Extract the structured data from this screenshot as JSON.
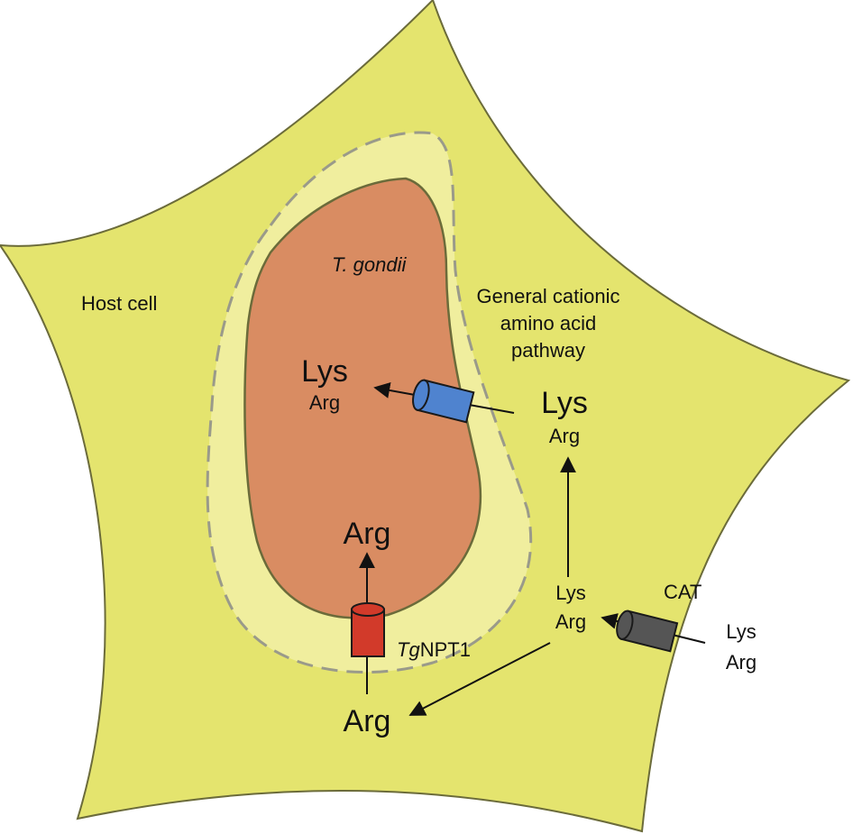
{
  "labels": {
    "host_cell": "Host cell",
    "parasite": "T. gondii",
    "pathway_line1": "General cationic",
    "pathway_line2": "amino acid",
    "pathway_line3": "pathway",
    "cat": "CAT",
    "transporter_prefix": "Tg",
    "transporter_suffix": "NPT1",
    "inside_lys": "Lys",
    "inside_arg_small": "Arg",
    "inside_arg_large": "Arg",
    "vacuole_lys": "Lys",
    "vacuole_arg": "Arg",
    "cyto_lys": "Lys",
    "cyto_arg": "Arg",
    "bottom_arg": "Arg",
    "outside_lys": "Lys",
    "outside_arg": "Arg"
  },
  "colors": {
    "host_cell_fill": "#e4e46e",
    "vacuole_fill": "#f0ee9e",
    "parasite_fill": "#d98c62",
    "outline": "#6b6b3a",
    "dashed_membrane": "#9a9a8a",
    "blue_transporter": "#4f83cf",
    "red_transporter": "#d23a2a",
    "cat_transporter": "#555555"
  }
}
